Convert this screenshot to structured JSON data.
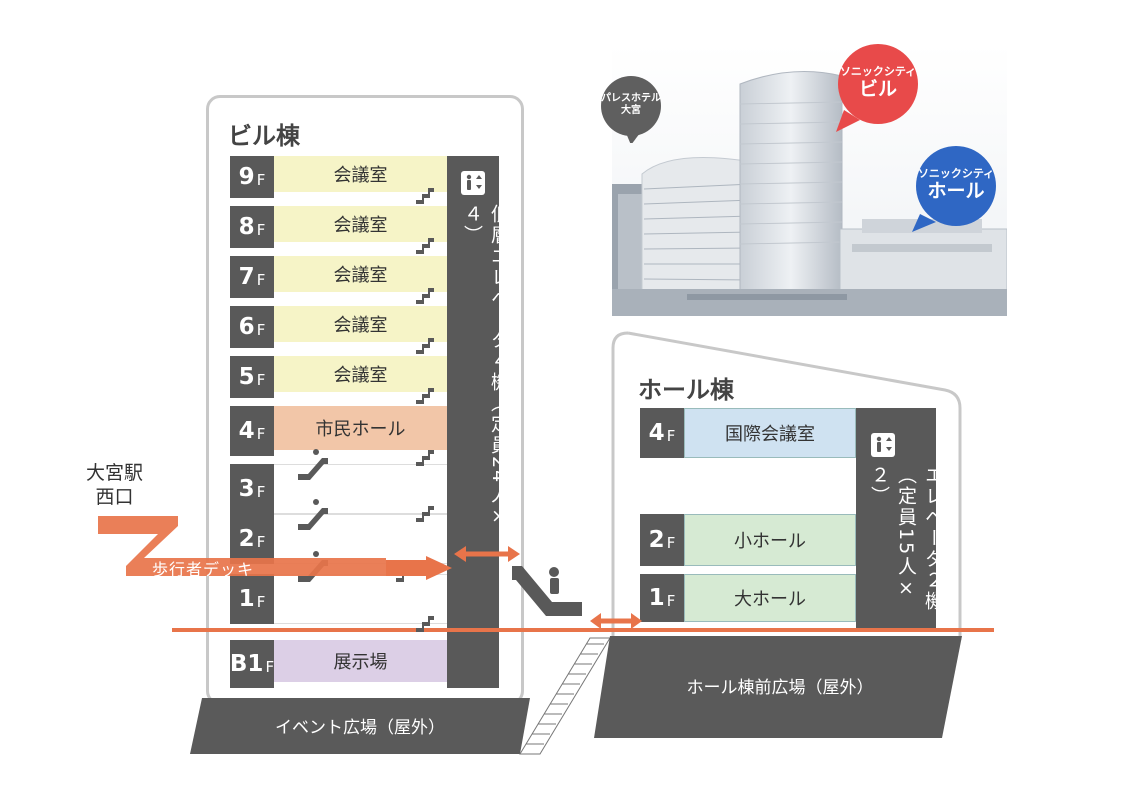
{
  "building_b": {
    "title": "ビル棟",
    "floors": [
      {
        "num": "9",
        "room": "会議室"
      },
      {
        "num": "8",
        "room": "会議室"
      },
      {
        "num": "7",
        "room": "会議室"
      },
      {
        "num": "6",
        "room": "会議室"
      },
      {
        "num": "5",
        "room": "会議室"
      },
      {
        "num": "4",
        "room": "市民ホール"
      },
      {
        "num": "3",
        "room": ""
      },
      {
        "num": "2",
        "room": ""
      },
      {
        "num": "1",
        "room": ""
      },
      {
        "num": "B1",
        "room": "展示場"
      }
    ],
    "elevator": "低層エレベータ４機（定員24人×４）",
    "plaza": "イベント広場（屋外）"
  },
  "building_h": {
    "title": "ホール棟",
    "floors": [
      {
        "num": "4",
        "room": "国際会議室"
      },
      {
        "num": "2",
        "room": "小ホール"
      },
      {
        "num": "1",
        "room": "大ホール"
      }
    ],
    "elevator": "エレベータ２機（定員15人×２）",
    "plaza": "ホール棟前広場（屋外）"
  },
  "floor_suffix": "F",
  "station": {
    "line1": "大宮駅",
    "line2": "西口"
  },
  "deck_label": "歩行者デッキ",
  "photo": {
    "callouts": [
      {
        "line1": "パレスホテル",
        "line2": "大宮",
        "color": "#5f5f5f"
      },
      {
        "line1": "ソニックシティ",
        "line2": "ビル",
        "color": "#e84a4a"
      },
      {
        "line1": "ソニックシティ",
        "line2": "ホール",
        "color": "#2f67c4"
      }
    ]
  },
  "colors": {
    "deck": "#e8744a",
    "dark": "#595959",
    "outline": "#c8c8c8"
  }
}
